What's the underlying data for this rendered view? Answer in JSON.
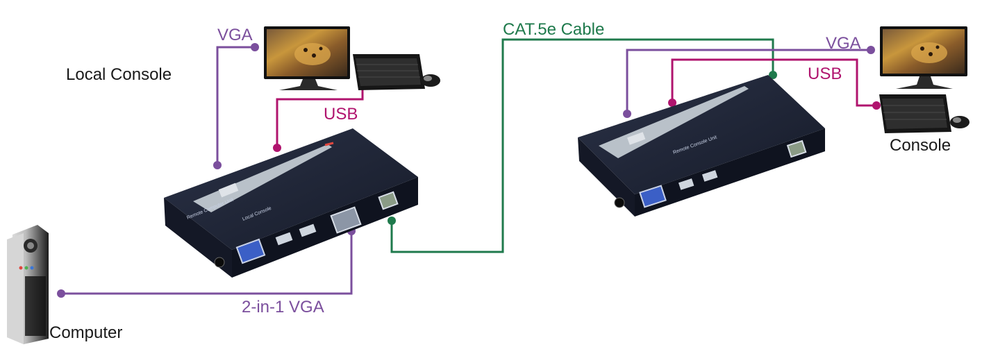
{
  "labels": {
    "local_console": "Local Console",
    "computer": "Computer",
    "console": "Console",
    "vga_local": "VGA",
    "usb_local": "USB",
    "vga_2in1": "2-in-1 VGA",
    "cat5e": "CAT.5e Cable",
    "vga_remote": "VGA",
    "usb_remote": "USB"
  },
  "colors": {
    "vga": "#7b4f9d",
    "usb": "#b0146e",
    "cat5e": "#1f7a4c",
    "text": "#1a1a1a"
  },
  "icons": {
    "local_monitor": "monitor-icon",
    "local_keyboard": "keyboard-icon",
    "local_mouse": "mouse-icon",
    "computer_tower": "pc-tower-icon",
    "remote_monitor": "monitor-icon",
    "remote_keyboard": "keyboard-icon",
    "remote_mouse": "mouse-icon"
  }
}
